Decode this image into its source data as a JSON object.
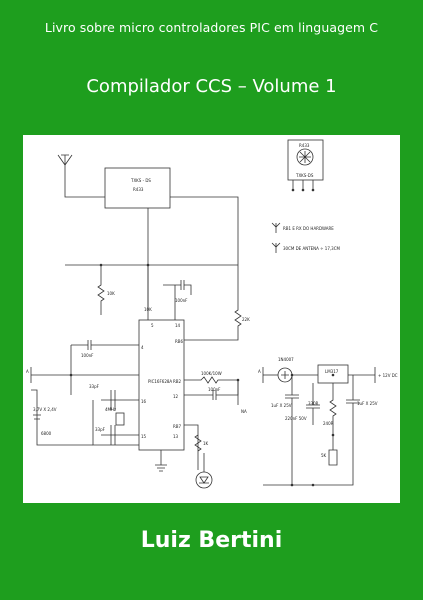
{
  "cover": {
    "series_title": "Livro sobre micro controladores PIC em linguagem C",
    "title": "Compilador CCS – Volume 1",
    "author": "Luiz Bertini"
  },
  "schematic": {
    "labels": {
      "tx_module": "TXKS - DS",
      "tx_freq": "R433",
      "module_inset": "R433",
      "module_inset2": "TXKS-DS",
      "r10k": "10K",
      "c100nf_top": "100nF",
      "r10k_b": "10K",
      "r22k": "22K",
      "c100nf_left": "100nF",
      "c33pf_a": "33pF",
      "xtal": "4MHz",
      "c33pf_b": "33pF",
      "mcu": "PIC16F628A",
      "pin4": "4",
      "pin16": "16",
      "pin15": "15",
      "pin5": "5",
      "pin14": "14",
      "pin12": "12",
      "pin13": "13",
      "rb6": "RB6",
      "rb2": "RB2",
      "rb7": "RB7",
      "r100k": "100K/10W",
      "c100nf_mid": "100nF",
      "na": "NA",
      "r1k": "1K",
      "batt": "3,7V X 2,4V",
      "batt2": "6800",
      "a_left": "A",
      "note1": "RB1 E RX DO HARDWARE",
      "note2": "30CM DE ANTENA ÷ 17,3CM",
      "diode": "1N4007",
      "reg": "LM317",
      "a_right": "A",
      "out": "+ 12V DC",
      "c1000uf": "1uF X 25V",
      "c220": "220nF 50V",
      "r330": "330R",
      "c_out": "1uF X 25V",
      "r240": "240R",
      "pot": "5K"
    }
  }
}
